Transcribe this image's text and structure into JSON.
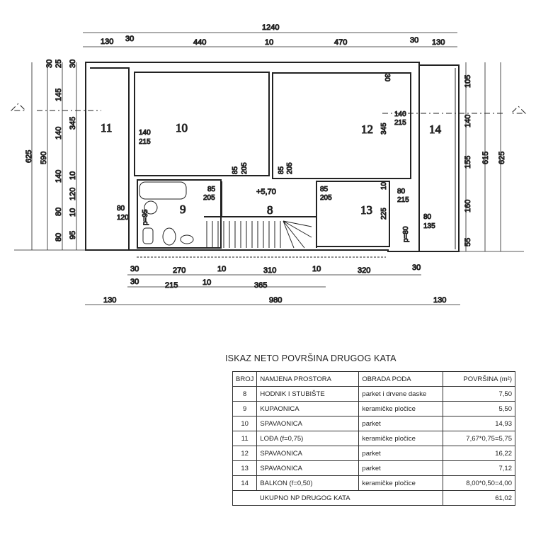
{
  "plan": {
    "rooms": {
      "r8": "8",
      "r9": "9",
      "r10": "10",
      "r11": "11",
      "r12": "12",
      "r13": "13",
      "r14": "14"
    },
    "level": "+5,70",
    "dims_top_total": "1240",
    "dims_top": [
      "130",
      "30",
      "440",
      "10",
      "470",
      "30",
      "130"
    ],
    "dims_bottom1": [
      "30",
      "270",
      "10",
      "310",
      "10",
      "320",
      "30"
    ],
    "dims_bottom2": [
      "30",
      "215",
      "10",
      "365"
    ],
    "dims_bottom3": [
      "130",
      "980",
      "130"
    ],
    "dims_left": {
      "outer": "625",
      "second": "590",
      "third": [
        "25",
        "145",
        "140",
        "140",
        "80",
        "80"
      ],
      "fourth": [
        "30",
        "30",
        "345",
        "10",
        "120",
        "10",
        "95"
      ]
    },
    "dims_right": {
      "first": [
        "105",
        "140",
        "155",
        "160",
        "55"
      ],
      "second": "615",
      "third": "625"
    },
    "openings": {
      "w10": [
        "140",
        "215"
      ],
      "w12": [
        "140",
        "215"
      ],
      "d10": [
        "85",
        "205"
      ],
      "d12": [
        "85",
        "205"
      ],
      "d9": [
        "85",
        "205"
      ],
      "d13": [
        "85",
        "205"
      ],
      "w9": [
        "80",
        "120"
      ],
      "w13a": [
        "80",
        "215"
      ],
      "w13b": [
        "80",
        "135"
      ],
      "p9": "p=95",
      "p13": "p=80",
      "h12": "345",
      "h13": "225",
      "t12": "30",
      "t13": "10"
    }
  },
  "table": {
    "title": "ISKAZ NETO POVRŠINA DRUGOG KATA",
    "headers": [
      "BROJ",
      "NAMJENA PROSTORA",
      "OBRADA PODA",
      "POVRŠINA (m²)"
    ],
    "rows": [
      [
        "8",
        "HODNIK I STUBIŠTE",
        "parket i drvene daske",
        "7,50"
      ],
      [
        "9",
        "KUPAONICA",
        "keramičke pločice",
        "5,50"
      ],
      [
        "10",
        "SPAVAONICA",
        "parket",
        "14,93"
      ],
      [
        "11",
        "LOĐA (f=0,75)",
        "keramičke pločice",
        "7,67*0,75=5,75"
      ],
      [
        "12",
        "SPAVAONICA",
        "parket",
        "16,22"
      ],
      [
        "13",
        "SPAVAONICA",
        "parket",
        "7,12"
      ],
      [
        "14",
        "BALKON (f=0,50)",
        "keramičke pločice",
        "8,00*0,50=4,00"
      ]
    ],
    "total_label": "UKUPNO NP DRUGOG KATA",
    "total_value": "61,02"
  }
}
